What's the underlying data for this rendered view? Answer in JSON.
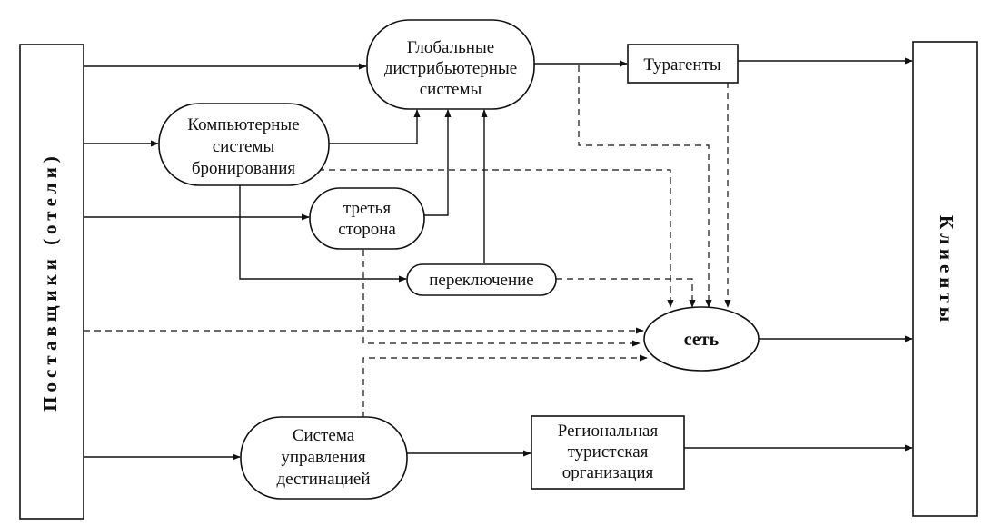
{
  "suppliers": "Поставщики (отели)",
  "clients": "Клиенты",
  "gds": [
    "Глобальные",
    "дистрибьютерные",
    "системы"
  ],
  "crs": [
    "Компьютерные",
    "системы",
    "бронирования"
  ],
  "third_party": [
    "третья",
    "сторона"
  ],
  "switching": "переключение",
  "travel_agents": "Турагенты",
  "network": "сеть",
  "dms": [
    "Система",
    "управления",
    "дестинацией"
  ],
  "rto": [
    "Региональная",
    "туристская",
    "организация"
  ]
}
